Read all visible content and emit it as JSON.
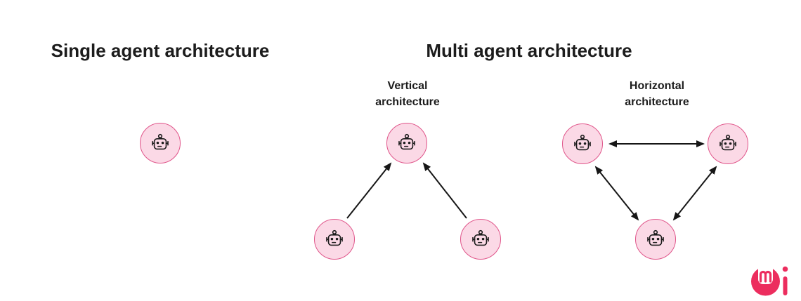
{
  "colors": {
    "background": "#ffffff",
    "ink": "#1c1c1c",
    "agent_fill": "#fbd9e6",
    "agent_border": "#e0558a",
    "arrow": "#161616",
    "logo": "#ec2d5e"
  },
  "single_section": {
    "title": "Single agent architecture"
  },
  "multi_section": {
    "title": "Multi agent architecture",
    "vertical": {
      "label": "Vertical architecture"
    },
    "horizontal": {
      "label": "Horizontal architecture"
    }
  },
  "icons": {
    "agent": "robot-face-icon",
    "brand": "mi-brand-logo"
  }
}
